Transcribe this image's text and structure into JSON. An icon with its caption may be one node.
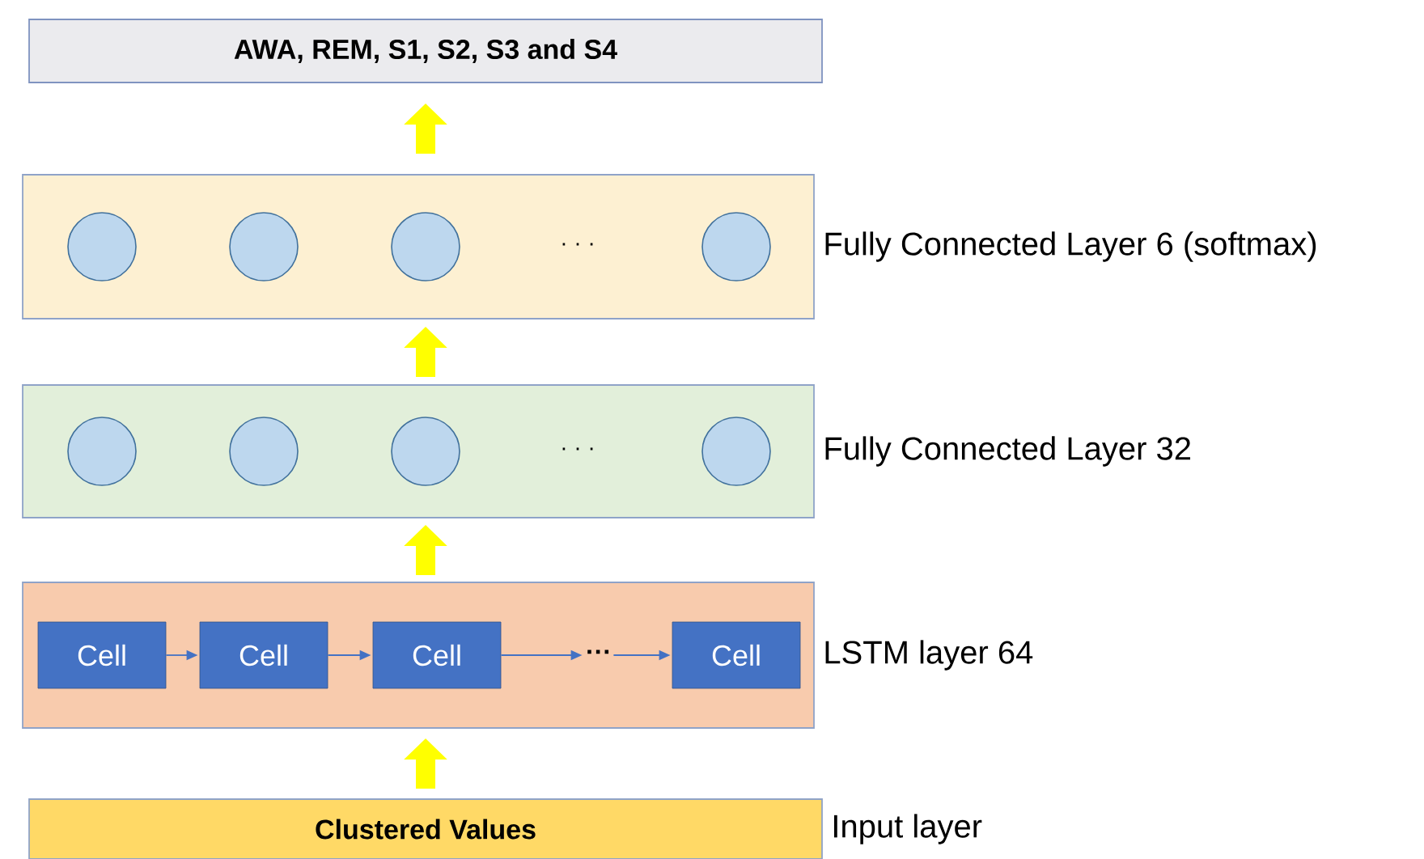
{
  "diagram": {
    "nodes": [
      {
        "text": [
          "AWA, REM, S1, S2, S3 and S4"
        ]
      },
      {
        "text": [],
        "shape": "box",
        "beside": [
          "Fully Connected Layer 6 (softmax)"
        ]
      },
      {
        "text": [],
        "shape": "circle",
        "in": 1
      },
      {
        "text": [],
        "shape": "circle",
        "in": 1
      },
      {
        "text": [],
        "shape": "circle",
        "in": 1
      },
      {
        "text": [],
        "shape": "circle",
        "in": 1
      },
      {
        "text": [],
        "shape": "box",
        "beside": [
          "Fully Connected Layer 32"
        ]
      },
      {
        "text": [],
        "shape": "circle",
        "in": 6
      },
      {
        "text": [],
        "shape": "circle",
        "in": 6
      },
      {
        "text": [],
        "shape": "circle",
        "in": 6
      },
      {
        "text": [],
        "shape": "circle",
        "in": 6
      },
      {
        "text": [],
        "shape": "box",
        "beside": [
          "LSTM layer 64"
        ]
      },
      {
        "text": [
          "Cell"
        ],
        "in": 11
      },
      {
        "text": [
          "Cell"
        ],
        "in": 11
      },
      {
        "text": [
          "Cell"
        ],
        "in": 11
      },
      {
        "text": [
          "···"
        ],
        "in": 11
      },
      {
        "text": [
          "Cell"
        ],
        "in": 11
      },
      {
        "text": [
          "Clustered Values"
        ],
        "beside": [
          "Input layer"
        ]
      }
    ],
    "edges": [
      {
        "from": 17,
        "to": 11,
        "arrow": "to",
        "style": "thick",
        "color": "#ffff00"
      },
      {
        "from": 11,
        "to": 6,
        "arrow": "to",
        "style": "thick",
        "color": "#ffff00"
      },
      {
        "from": 6,
        "to": 1,
        "arrow": "to",
        "style": "thick",
        "color": "#ffff00"
      },
      {
        "from": 1,
        "to": 0,
        "arrow": "to",
        "style": "thick",
        "color": "#ffff00"
      },
      {
        "from": 12,
        "to": 13,
        "arrow": "to",
        "color": "#4472c4"
      },
      {
        "from": 13,
        "to": 14,
        "arrow": "to",
        "color": "#4472c4"
      },
      {
        "from": 14,
        "to": 15,
        "arrow": "to",
        "color": "#4472c4"
      },
      {
        "from": 15,
        "to": 16,
        "arrow": "to",
        "color": "#4472c4"
      }
    ],
    "labels": [
      "· · ·",
      "· · ·"
    ]
  }
}
